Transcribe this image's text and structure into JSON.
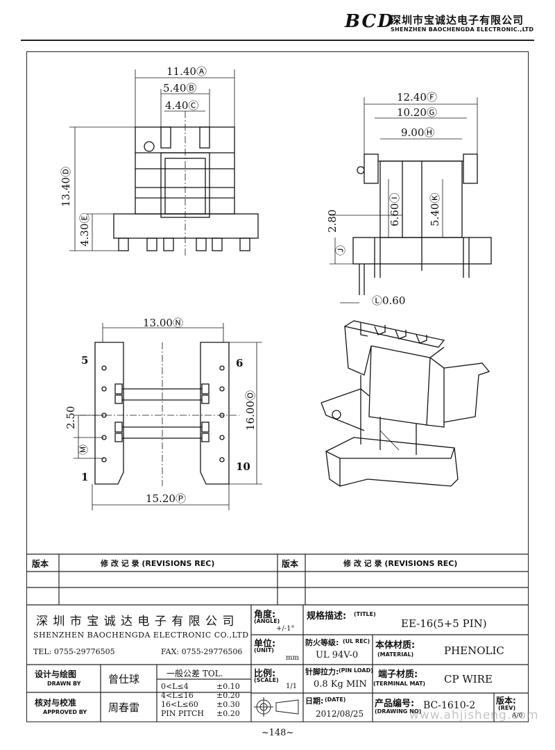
{
  "header": {
    "logo": "BCD",
    "company_cn": "深圳市宝诚达电子有限公司",
    "company_en": "SHENZHEN BAOCHENGDA ELECTRONIC.,LTD"
  },
  "drawing": {
    "top_view": {
      "dim_a": "11.40Ⓐ",
      "dim_b": "5.40Ⓑ",
      "dim_c": "4.40Ⓒ",
      "dim_d": "13.40Ⓓ",
      "dim_e": "4.30Ⓔ"
    },
    "side_view": {
      "dim_f": "12.40Ⓕ",
      "dim_g": "10.20Ⓖ",
      "dim_h": "9.00Ⓗ",
      "dim_i": "6.60Ⓘ",
      "dim_k": "5.40Ⓚ",
      "dim_l": "Ⓛ0.60",
      "dim_280": "2.80",
      "dim_j": "Ⓙ"
    },
    "bottom_view": {
      "dim_n": "13.00Ⓝ",
      "dim_o": "16.00Ⓞ",
      "dim_p": "15.20Ⓟ",
      "dim_250": "2.50",
      "dim_m": "Ⓜ",
      "pin_5": "5",
      "pin_6": "6",
      "pin_1": "1",
      "pin_10": "10"
    }
  },
  "revisions": {
    "ver_label": "版本",
    "rec_label": "修 改 记 录  (REVISIONS REC)"
  },
  "title_block": {
    "company_cn": "深 圳 市 宝 诚 达 电 子 有 限 公 司",
    "company_en": "SHENZHEN BAOCHENGDA ELECTRONIC CO.,LTD",
    "tel": "TEL: 0755-29776505",
    "fax": "FAX: 0755-29776506",
    "angle_label": "角度:",
    "angle_en": "(ANGLE)",
    "angle_val": "+/-1°",
    "unit_label": "单位:",
    "unit_en": "(UNIT)",
    "unit_val": "mm",
    "title_label": "规格描述:",
    "title_en": "(TITLE)",
    "title_val": "EE-16(5+5 PIN)",
    "ul_label": "防火等级:",
    "ul_en": "(UL REC)",
    "ul_val": "UL 94V-0",
    "material_label": "本体材质:",
    "material_en": "(MATERIAL)",
    "material_val": "PHENOLIC",
    "drawn_label": "设计与绘图",
    "drawn_en": "DRAWN BY",
    "drawn_val": "曾仕球",
    "approved_label": "核对与校准",
    "approved_en": "APPROVED BY",
    "approved_val": "周春雷",
    "tol_title": "一般公差 TOL.",
    "tol_rows": [
      {
        "range": "0<L≤4",
        "val": "±0.10"
      },
      {
        "range": "4<L≤16",
        "val": "±0.20"
      },
      {
        "range": "16<L≤60",
        "val": "±0.30"
      },
      {
        "range": "PIN PITCH",
        "val": "±0.20"
      }
    ],
    "scale_label": "比例:",
    "scale_en": "(SCALE)",
    "scale_val": "1/1",
    "pin_load_label": "针脚拉力:",
    "pin_load_en": "(PIN LOAD)",
    "pin_load_val": "0.8 Kg MIN",
    "terminal_label": "端子材质:",
    "terminal_en": "(TERMINAL MAT)",
    "terminal_val": "CP WIRE",
    "date_label": "日期:",
    "date_en": "(DATE)",
    "date_val": "2012/08/25",
    "drawing_no_label": "产品编号:",
    "drawing_no_en": "(DRAWING NO)",
    "drawing_no_val": "BC-1610-2",
    "rev_label": "版本:",
    "rev_en": "(REV)",
    "rev_val": "A/0"
  },
  "watermark": "www.ahjisheng.com",
  "page_number": "~148~"
}
